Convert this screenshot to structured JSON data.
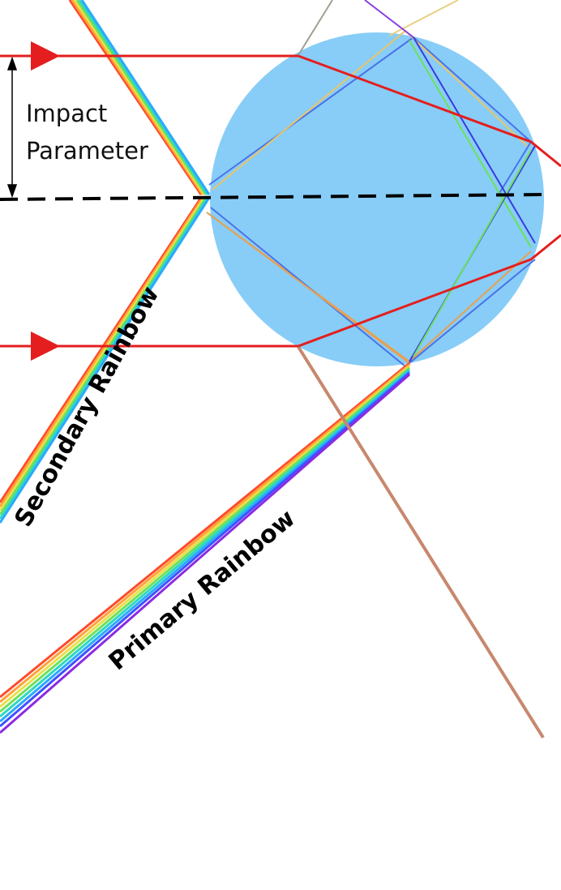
{
  "labels": {
    "impact_line1": "Impact",
    "impact_line2": "Parameter",
    "secondary": "Secondary Rainbow",
    "primary": "Primary Rainbow"
  },
  "colors": {
    "droplet": "#87cdf7",
    "incident_ray": "#e41e1e",
    "axis": "#000000",
    "exit_ray": "#c8876e",
    "rainbow": [
      "#8a2be2",
      "#3f51ff",
      "#2aa9ff",
      "#2ed8c0",
      "#6ee05a",
      "#e8e04a",
      "#ffa23a",
      "#ff4a2a"
    ]
  }
}
